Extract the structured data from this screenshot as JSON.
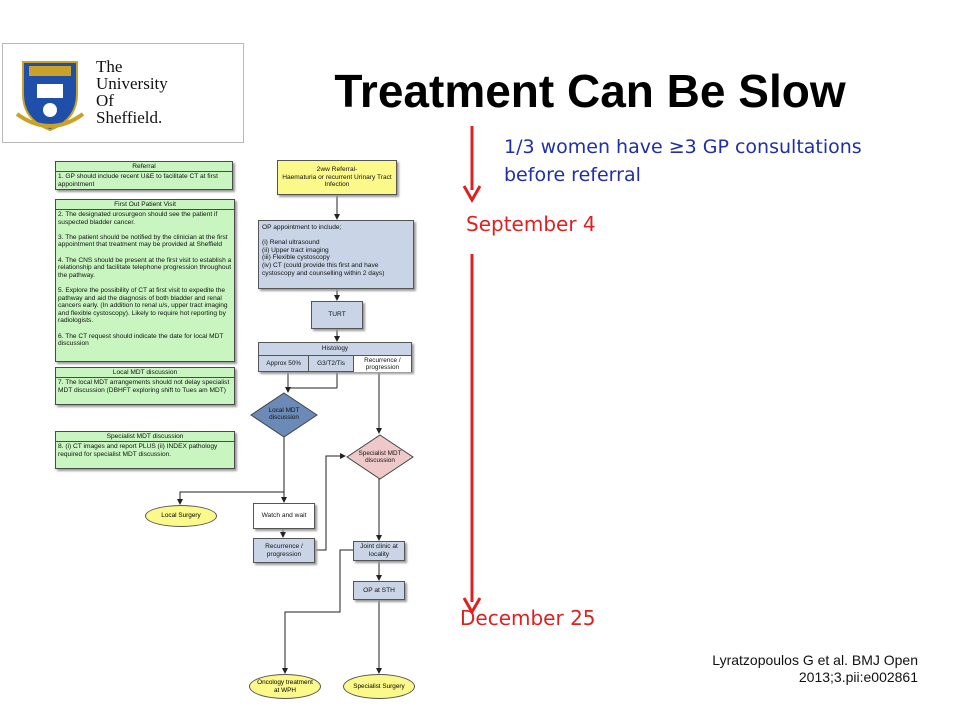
{
  "title": "Treatment Can Be Slow",
  "logo": {
    "line1": "The",
    "line2": "University",
    "line3": "Of",
    "line4": "Sheffield.",
    "crest_icon": "university-crest-icon"
  },
  "note": {
    "line1": "1/3 women have ≥3 GP consultations",
    "line2": "before referral"
  },
  "dates": {
    "start": "September 4",
    "end": "December 25"
  },
  "citation": {
    "line1": "Lyratzopoulos  G et al. BMJ Open",
    "line2": "2013;3.pii:e002861"
  },
  "colors": {
    "title": "#000000",
    "note": "#1f2fa8",
    "date": "#e02020",
    "arrow": "#e02020",
    "green_box": "#c8f5c0",
    "blue_box": "#c9d5e6",
    "yellow_box": "#fbf98a",
    "pink_diamond": "#efc9c9"
  },
  "guidelines": {
    "referral": {
      "header": "Referral",
      "body": "1. GP should include recent U&E to facilitate CT at first appointment"
    },
    "first_visit": {
      "header": "First Out Patient Visit",
      "body": "2. The designated urosurgeon should see the patient if suspected bladder cancer.\n\n3. The patient should be notified by the clinician at the first appointment that treatment may be provided at Sheffield\n\n4. The CNS should be present at the first visit to establish a relationship and facilitate telephone progression throughout the pathway.\n\n5. Explore the possibility of CT at first visit to expedite the pathway and aid the diagnosis of both bladder  and renal cancers early. (In addition to renal u/s, upper tract imaging and flexible cystoscopy). Likely to require hot reporting by radiologists.\n\n6. The CT request should indicate the date for local MDT discussion"
    },
    "local_mdt": {
      "header": "Local MDT discussion",
      "body": "7. The local MDT arrangements should not delay specialist MDT discussion (DBHFT exploring shift to Tues am MDT)"
    },
    "specialist_mdt": {
      "header": "Specialist MDT discussion",
      "body": "8. (i) CT images and report PLUS (ii) INDEX pathology required for specialist MDT discussion."
    }
  },
  "flow": {
    "referral": "2ww Referral-\nHaematuria or recurrent Urinary Tract Infection",
    "op_appointment": "OP appointment to include;\n\n(i) Renal ultrasound\n(ii) Upper tract imaging\n(iii) Flexible cystoscopy\n(iv) CT (could provide this first and have cystoscopy and counselling within 2 days)",
    "turt": "TURT",
    "histology": {
      "header": "Histology",
      "col1": "Approx 50%",
      "col2": "G3/T2/Tis",
      "col3": "Recurrence /\nprogression"
    },
    "local_mdt": "Local MDT\ndiscussion",
    "specialist_mdt": "Specialist MDT\ndiscussion",
    "local_surgery": "Local Surgery",
    "watch_wait": "Watch and wait",
    "recurrence": "Recurrence /\nprogression",
    "joint_clinic": "Joint clinic at\nlocality",
    "op_sth": "OP at STH",
    "oncology": "Oncology treatment\nat WPH",
    "specialist_surgery": "Specialist Surgery"
  }
}
